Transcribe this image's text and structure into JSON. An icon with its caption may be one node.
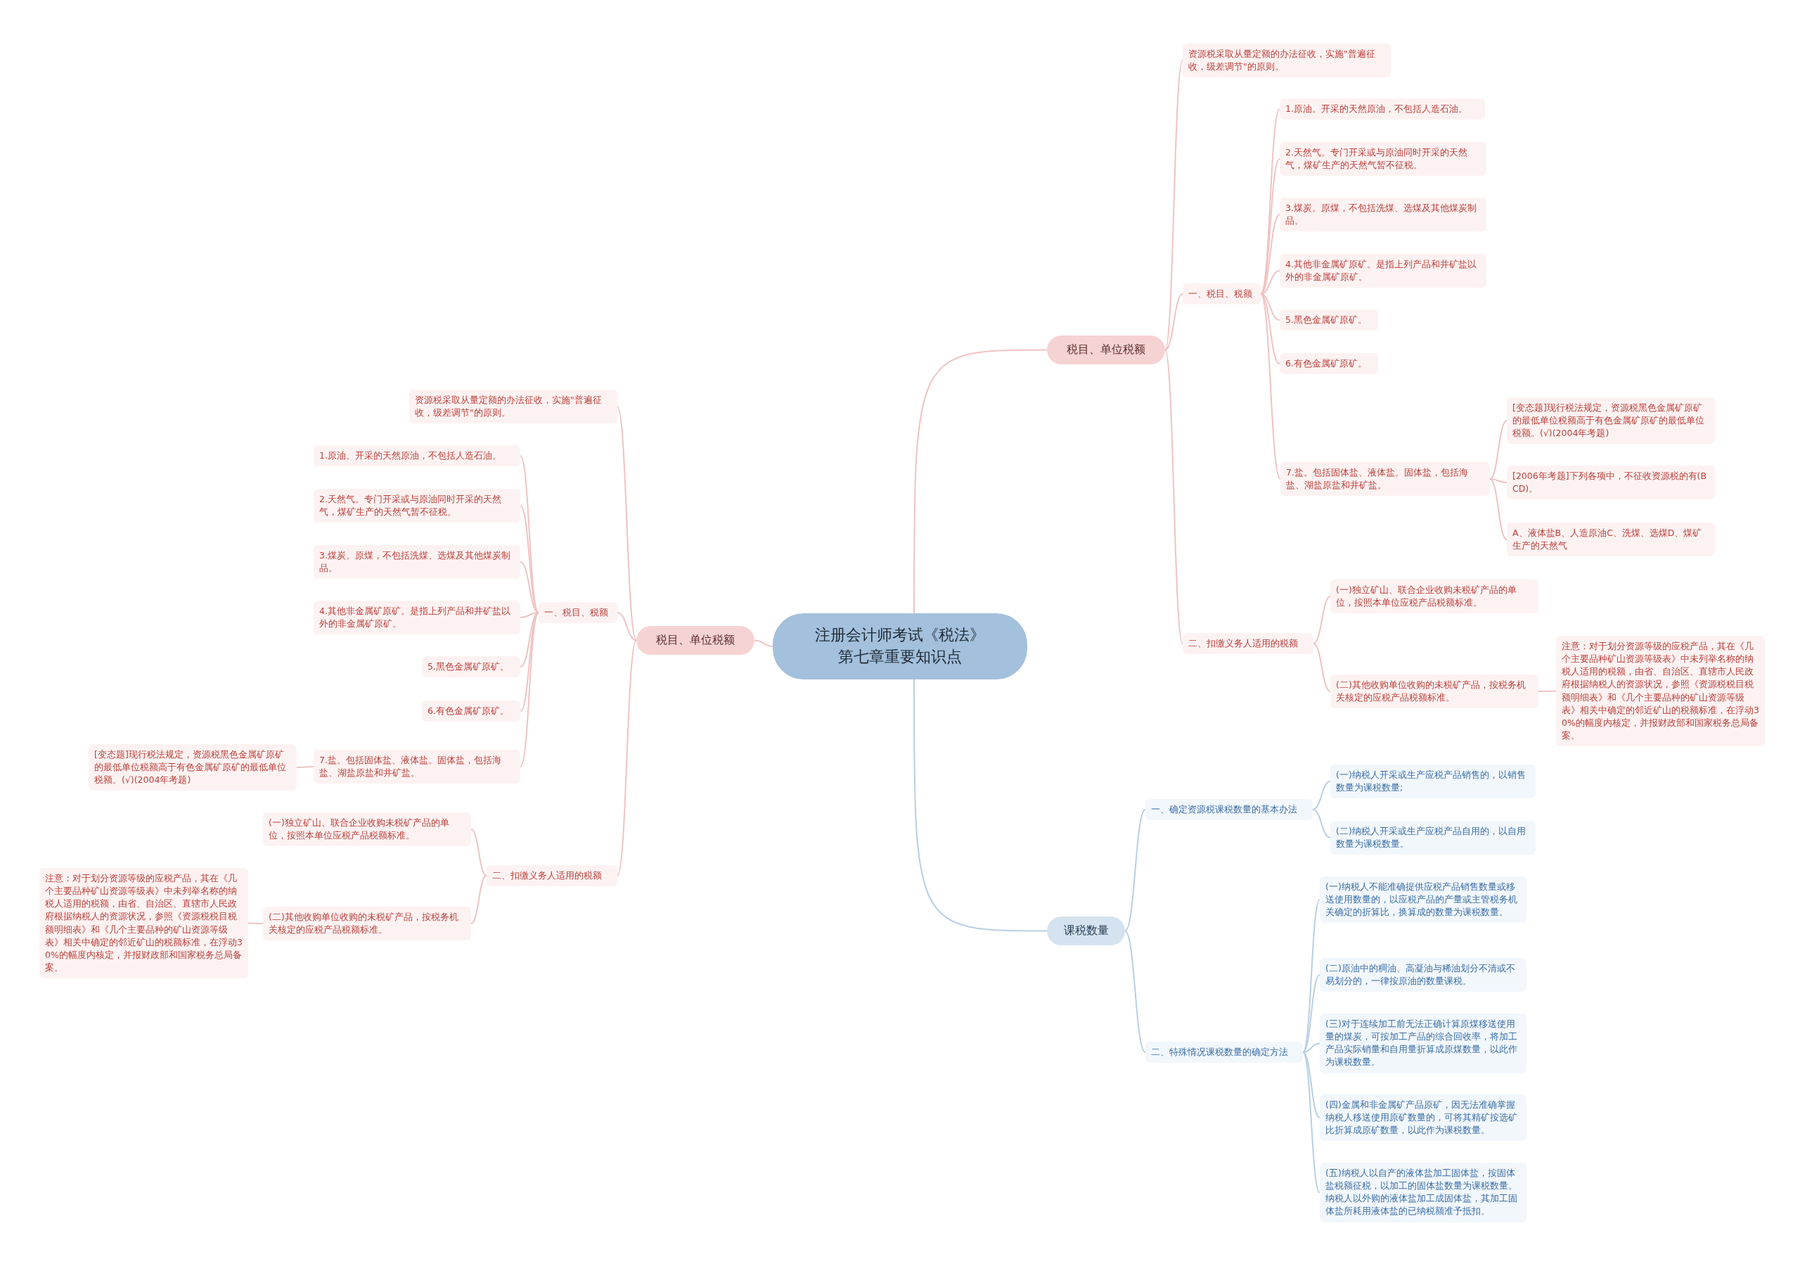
{
  "diagram": {
    "nodes": [
      {
        "text": [
          "注册会计师考试《税法》第七章重要知识点"
        ]
      },
      {
        "text": [
          "税目、单位税额"
        ]
      },
      {
        "text": [
          "资源税采取从量定额的办法征收，实施\"普遍征收，级差调节\"的原则。"
        ]
      },
      {
        "text": [
          "一、税目、税额"
        ]
      },
      {
        "text": [
          "1.原油。开采的天然原油，不包括人造石油。"
        ]
      },
      {
        "text": [
          "2.天然气。专门开采或与原油同时开采的天然气，煤矿生产的天然气暂不征税。"
        ]
      },
      {
        "text": [
          "3.煤炭。原煤，不包括洗煤、选煤及其他煤炭制品。"
        ]
      },
      {
        "text": [
          "4.其他非金属矿原矿。是指上列产品和井矿盐以外的非金属矿原矿。"
        ]
      },
      {
        "text": [
          "5.黑色金属矿原矿。"
        ]
      },
      {
        "text": [
          "6.有色金属矿原矿。"
        ]
      },
      {
        "text": [
          "7.盐。包括固体盐、液体盐。固体盐，包括海盐、湖盐原盐和井矿盐。"
        ]
      },
      {
        "text": [
          "[变态题]现行税法规定，资源税黑色金属矿原矿的最低单位税额高于有色金属矿原矿的最低单位税额。(√)(2004年考题)"
        ]
      },
      {
        "text": [
          "[2006年考题]下列各项中，不征收资源税的有(BCD)。"
        ]
      },
      {
        "text": [
          "A、液体盐B、人造原油C、洗煤、选煤D、煤矿生产的天然气"
        ]
      },
      {
        "text": [
          "二、扣缴义务人适用的税额"
        ]
      },
      {
        "text": [
          "(一)独立矿山、联合企业收购未税矿产品的单位，按照本单位应税产品税额标准。"
        ]
      },
      {
        "text": [
          "(二)其他收购单位收购的未税矿产品，按税务机关核定的应税产品税额标准。"
        ]
      },
      {
        "text": [
          "注意：对于划分资源等级的应税产品，其在《几个主要品种矿山资源等级表》中未列举名称的纳税人适用的税额，由省、自治区、直辖市人民政府根据纳税人的资源状况，参照《资源税税目税额明细表》和《几个主要品种的矿山资源等级表》相关中确定的邻近矿山的税额标准，在浮动30%的幅度内核定，并报财政部和国家税务总局备案。"
        ]
      },
      {
        "text": [
          "课税数量"
        ]
      },
      {
        "text": [
          "一、确定资源税课税数量的基本办法"
        ]
      },
      {
        "text": [
          "(一)纳税人开采或生产应税产品销售的，以销售数量为课税数量;"
        ]
      },
      {
        "text": [
          "(二)纳税人开采或生产应税产品自用的，以自用数量为课税数量。"
        ]
      },
      {
        "text": [
          "二、特殊情况课税数量的确定方法"
        ]
      },
      {
        "text": [
          "(一)纳税人不能准确提供应税产品销售数量或移送使用数量的，以应税产品的产量或主管税务机关确定的折算比，换算成的数量为课税数量。"
        ]
      },
      {
        "text": [
          "(二)原油中的稠油、高凝油与稀油划分不清或不易划分的，一律按原油的数量课税。"
        ]
      },
      {
        "text": [
          "(三)对于连续加工前无法正确计算原煤移送使用量的煤炭，可按加工产品的综合回收率，将加工产品实际销量和自用量折算成原煤数量，以此作为课税数量。"
        ]
      },
      {
        "text": [
          "(四)金属和非金属矿产品原矿，因无法准确掌握纳税人移送使用原矿数量的，可将其精矿按选矿比折算成原矿数量，以此作为课税数量。"
        ]
      },
      {
        "text": [
          "(五)纳税人以自产的液体盐加工固体盐，按固体盐税额征税，以加工的固体盐数量为课税数量。纳税人以外购的液体盐加工成固体盐，其加工固体盐所耗用液体盐的已纳税额准予抵扣。"
        ]
      },
      {
        "text": [
          "税目、单位税额"
        ]
      },
      {
        "text": [
          "资源税采取从量定额的办法征收，实施\"普遍征收，级差调节\"的原则。"
        ]
      },
      {
        "text": [
          "一、税目、税额"
        ]
      },
      {
        "text": [
          "1.原油。开采的天然原油，不包括人造石油。"
        ]
      },
      {
        "text": [
          "2.天然气。专门开采或与原油同时开采的天然气，煤矿生产的天然气暂不征税。"
        ]
      },
      {
        "text": [
          "3.煤炭。原煤，不包括洗煤、选煤及其他煤炭制品。"
        ]
      },
      {
        "text": [
          "4.其他非金属矿原矿。是指上列产品和井矿盐以外的非金属矿原矿。"
        ]
      },
      {
        "text": [
          "5.黑色金属矿原矿。"
        ]
      },
      {
        "text": [
          "6.有色金属矿原矿。"
        ]
      },
      {
        "text": [
          "7.盐。包括固体盐、液体盐。固体盐，包括海盐、湖盐原盐和井矿盐。"
        ]
      },
      {
        "text": [
          "[变态题]现行税法规定，资源税黑色金属矿原矿的最低单位税额高于有色金属矿原矿的最低单位税额。(√)(2004年考题)"
        ]
      },
      {
        "text": [
          "二、扣缴义务人适用的税额"
        ]
      },
      {
        "text": [
          "(一)独立矿山、联合企业收购未税矿产品的单位，按照本单位应税产品税额标准。"
        ]
      },
      {
        "text": [
          "(二)其他收购单位收购的未税矿产品，按税务机关核定的应税产品税额标准。"
        ]
      },
      {
        "text": [
          "注意：对于划分资源等级的应税产品，其在《几个主要品种矿山资源等级表》中未列举名称的纳税人适用的税额，由省、自治区、直辖市人民政府根据纳税人的资源状况，参照《资源税税目税额明细表》和《几个主要品种的矿山资源等级表》相关中确定的邻近矿山的税额标准，在浮动30%的幅度内核定，并报财政部和国家税务总局备案。"
        ]
      }
    ],
    "edges": [
      {
        "from": 0,
        "to": 1,
        "arrow": "none"
      },
      {
        "from": 1,
        "to": 2,
        "arrow": "none"
      },
      {
        "from": 1,
        "to": 3,
        "arrow": "none"
      },
      {
        "from": 3,
        "to": 4,
        "arrow": "none"
      },
      {
        "from": 3,
        "to": 5,
        "arrow": "none"
      },
      {
        "from": 3,
        "to": 6,
        "arrow": "none"
      },
      {
        "from": 3,
        "to": 7,
        "arrow": "none"
      },
      {
        "from": 3,
        "to": 8,
        "arrow": "none"
      },
      {
        "from": 3,
        "to": 9,
        "arrow": "none"
      },
      {
        "from": 3,
        "to": 10,
        "arrow": "none"
      },
      {
        "from": 10,
        "to": 11,
        "arrow": "none"
      },
      {
        "from": 10,
        "to": 12,
        "arrow": "none"
      },
      {
        "from": 10,
        "to": 13,
        "arrow": "none"
      },
      {
        "from": 1,
        "to": 14,
        "arrow": "none"
      },
      {
        "from": 14,
        "to": 15,
        "arrow": "none"
      },
      {
        "from": 14,
        "to": 16,
        "arrow": "none"
      },
      {
        "from": 16,
        "to": 17,
        "arrow": "none"
      },
      {
        "from": 0,
        "to": 18,
        "arrow": "none",
        "color": "#b8cfe3"
      },
      {
        "from": 18,
        "to": 19,
        "arrow": "none",
        "color": "#b8cfe3"
      },
      {
        "from": 19,
        "to": 20,
        "arrow": "none",
        "color": "#b8cfe3"
      },
      {
        "from": 19,
        "to": 21,
        "arrow": "none",
        "color": "#b8cfe3"
      },
      {
        "from": 18,
        "to": 22,
        "arrow": "none",
        "color": "#b8cfe3"
      },
      {
        "from": 22,
        "to": 23,
        "arrow": "none",
        "color": "#b8cfe3"
      },
      {
        "from": 22,
        "to": 24,
        "arrow": "none",
        "color": "#b8cfe3"
      },
      {
        "from": 22,
        "to": 25,
        "arrow": "none",
        "color": "#b8cfe3"
      },
      {
        "from": 22,
        "to": 26,
        "arrow": "none",
        "color": "#b8cfe3"
      },
      {
        "from": 22,
        "to": 27,
        "arrow": "none",
        "color": "#b8cfe3"
      },
      {
        "from": 0,
        "to": 28,
        "arrow": "none"
      },
      {
        "from": 28,
        "to": 29,
        "arrow": "none"
      },
      {
        "from": 28,
        "to": 30,
        "arrow": "none"
      },
      {
        "from": 30,
        "to": 31,
        "arrow": "none"
      },
      {
        "from": 30,
        "to": 32,
        "arrow": "none"
      },
      {
        "from": 30,
        "to": 33,
        "arrow": "none"
      },
      {
        "from": 30,
        "to": 34,
        "arrow": "none"
      },
      {
        "from": 30,
        "to": 35,
        "arrow": "none"
      },
      {
        "from": 30,
        "to": 36,
        "arrow": "none"
      },
      {
        "from": 30,
        "to": 37,
        "arrow": "none"
      },
      {
        "from": 37,
        "to": 38,
        "arrow": "none"
      },
      {
        "from": 28,
        "to": 39,
        "arrow": "none"
      },
      {
        "from": 39,
        "to": 40,
        "arrow": "none"
      },
      {
        "from": 39,
        "to": 41,
        "arrow": "none"
      },
      {
        "from": 41,
        "to": 42,
        "arrow": "none"
      }
    ]
  }
}
